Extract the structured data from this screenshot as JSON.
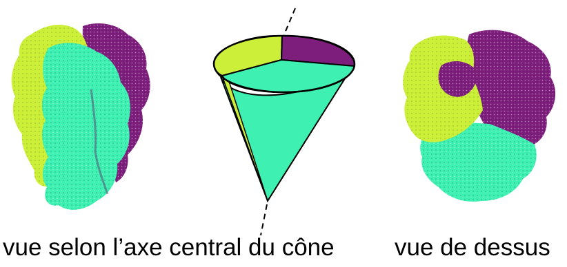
{
  "captions": {
    "side_view": "vue selon l’axe central du cône",
    "top_view": "vue de dessus"
  },
  "colors": {
    "chartreuse": "#ccf03a",
    "aquamarine": "#3ef0b2",
    "purple": "#7d1e7d",
    "outline": "#000000"
  },
  "figures": {
    "side_view": "molecular-surface-side-view",
    "cone": "cone-diagram",
    "top_view": "molecular-surface-top-view"
  }
}
